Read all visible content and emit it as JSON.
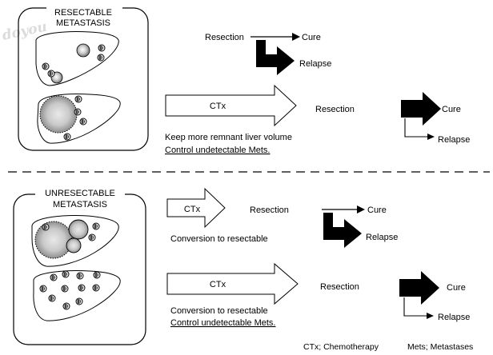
{
  "watermark": "doyou",
  "top": {
    "box_title": [
      "RESECTABLE",
      "METASTASIS"
    ],
    "resection_label": "Resection",
    "cure_label": "Cure",
    "relapse_label": "Relapse",
    "ctx_label": "CTx",
    "resection2_label": "Resection",
    "cure2_label": "Cure",
    "relapse2_label": "Relapse",
    "note1": "Keep more remnant liver volume",
    "note2": "Control undetectable Mets."
  },
  "bottom": {
    "box_title": [
      "UNRESECTABLE",
      "METASTASIS"
    ],
    "ctx1_label": "CTx",
    "resection1_label": "Resection",
    "conv1_label": "Conversion to resectable",
    "cure1_label": "Cure",
    "relapse1_label": "Relapse",
    "ctx2_label": "CTx",
    "resection2_label": "Resection",
    "conv2_label": "Conversion to resectable",
    "conv2_note": "Control undetectable Mets.",
    "cure2_label": "Cure",
    "relapse2_label": "Relapse"
  },
  "legend": {
    "ctx": "CTx; Chemotherapy",
    "mets": "Mets; Metastases"
  },
  "colors": {
    "line": "#000000",
    "tumor_light": "#e6e6e6",
    "tumor_dark": "#9a9a9a",
    "dash": "#000000"
  }
}
